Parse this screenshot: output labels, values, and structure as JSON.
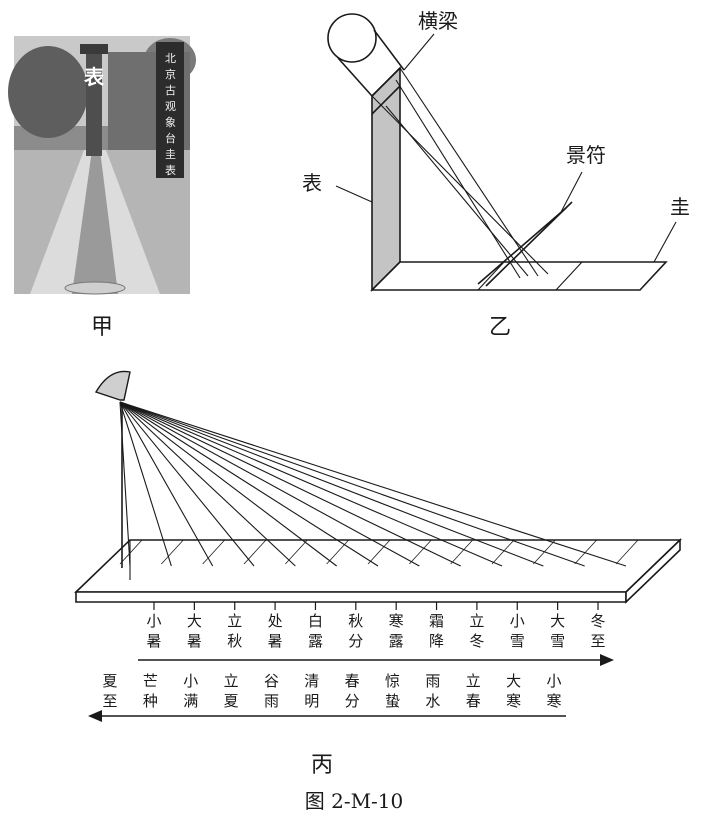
{
  "panel_a": {
    "label": "甲",
    "photo_biao": "表",
    "photo_sign": "北京古观象台圭表"
  },
  "panel_b": {
    "label": "乙",
    "heng_liang": "横梁",
    "biao": "表",
    "jing_fu": "景符",
    "gui": "圭"
  },
  "panel_c": {
    "label": "丙",
    "row1": [
      "小暑",
      "大暑",
      "立秋",
      "处暑",
      "白露",
      "秋分",
      "寒露",
      "霜降",
      "立冬",
      "小雪",
      "大雪",
      "冬至"
    ],
    "row2": [
      "夏至",
      "芒种",
      "小满",
      "立夏",
      "谷雨",
      "清明",
      "春分",
      "惊蛰",
      "雨水",
      "立春",
      "大寒",
      "小寒"
    ]
  },
  "caption": "图 2-M-10"
}
